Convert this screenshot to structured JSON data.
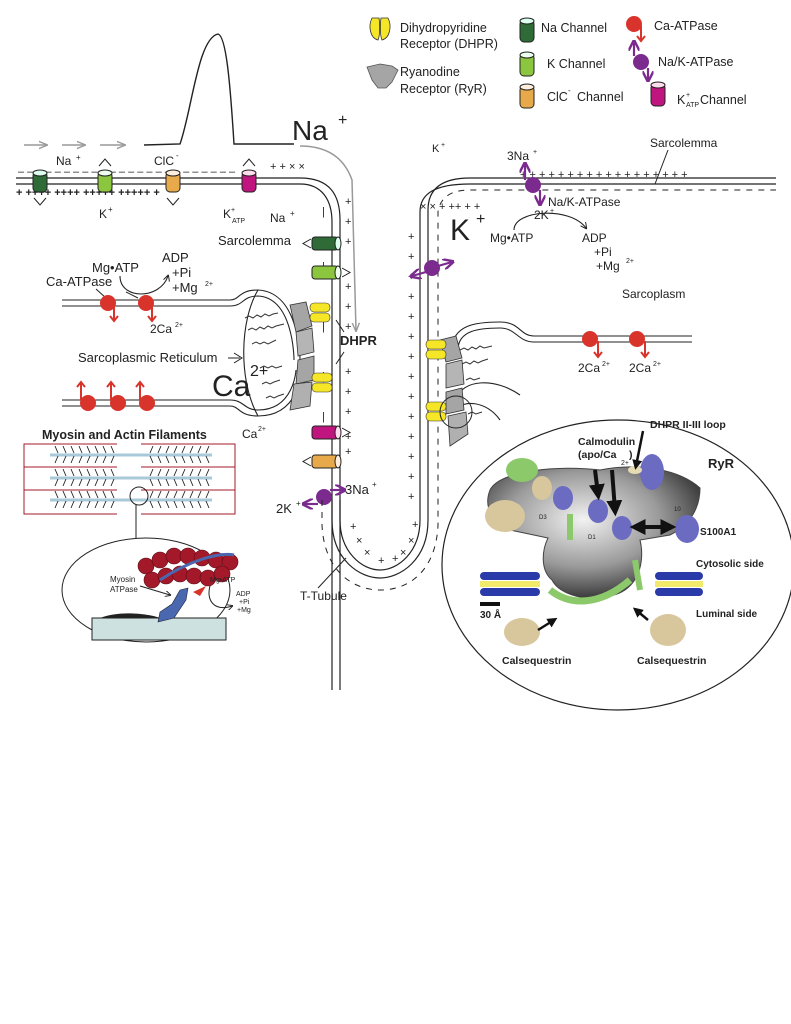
{
  "legend": {
    "dhpr": "Dihydropyridine",
    "dhpr2": "Receptor (DHPR)",
    "ryr": "Ryanodine",
    "ryr2": "Receptor (RyR)",
    "na_channel": "Na Channel",
    "k_channel": "K Channel",
    "clc_channel": "ClC",
    "clc_sup": "-",
    "clc_channel2": "Channel",
    "ca_atpase": "Ca-ATPase",
    "nak_atpase": "Na/K-ATPase",
    "katp_k": "K",
    "katp_sup": "+",
    "katp_sub": "ATP",
    "katp_channel": "Channel"
  },
  "colors": {
    "na_channel": "#2e6b36",
    "k_channel": "#8cc63f",
    "clc_channel": "#e8a94a",
    "katp_channel": "#c0157f",
    "ca_atpase": "#d9342b",
    "nak_atpase": "#7b2a8e",
    "dhpr": "#f5e628",
    "ryr": "#a5a5a5",
    "myosin": "#4a68b0",
    "actin": "#a3192a",
    "filament": "#a9c8d8",
    "sarcomere": "#a3192a"
  },
  "labels": {
    "na_big": "Na",
    "na_big_sup": "+",
    "na_ion1": "Na",
    "k_ion1": "K",
    "clc_ion": "ClC",
    "katp_ion": "K",
    "katp_ion_sub": "ATP",
    "na_ion2": "Na",
    "sarcolemma_left": "Sarcolemma",
    "mg_atp_left": "Mg•ATP",
    "adp_left": "ADP",
    "pi_left": "+Pi",
    "mg_left": "+Mg",
    "ca_atpase_label": "Ca-ATPase",
    "two_ca_left": "2Ca",
    "sr_label": "Sarcoplasmic Reticulum",
    "ca_big": "Ca",
    "ca_big_sup": "2+",
    "dhpr_label": "DHPR",
    "ca_small": "Ca",
    "k_ion_right": "K",
    "three_na_top": "3Na",
    "nak_label": "Na/K-ATPase",
    "two_k_top": "2K",
    "k_big": "K",
    "mg_atp_right": "Mg•ATP",
    "adp_right": "ADP",
    "pi_right": "+Pi",
    "mg_right": "+Mg",
    "sarcolemma_right": "Sarcolemma",
    "sarcoplasm": "Sarcoplasm",
    "two_ca_r1": "2Ca",
    "two_ca_r2": "2Ca",
    "three_na_tt": "3Na",
    "two_k_tt": "2K",
    "t_tubule": "T-Tubule",
    "filaments_title": "Myosin and Actin Filaments",
    "myosin_atpase1": "Myosin",
    "myosin_atpase2": "ATPase",
    "mg_atp_myo": "Mg•ATP",
    "adp_myo": "ADP",
    "pi_myo": "+Pi",
    "mg_myo": "+Mg",
    "sup_plus": "+",
    "sup_2plus": "2+"
  },
  "inset": {
    "ryr": "RyR",
    "dhpr_loop": "DHPR II-III loop",
    "calmodulin": "Calmodulin",
    "apo_ca": "(apo/Ca",
    "apo_ca_close": ")",
    "apo_ca_sup": "2+",
    "s100a1": "S100A1",
    "cytosolic": "Cytosolic side",
    "luminal": "Luminal side",
    "scale": "30 Å",
    "calsequestrin_left": "Calsequestrin",
    "calsequestrin_right": "Calsequestrin",
    "domain_d3": "D3",
    "domain_d1": "D1",
    "domain_10": "10"
  }
}
